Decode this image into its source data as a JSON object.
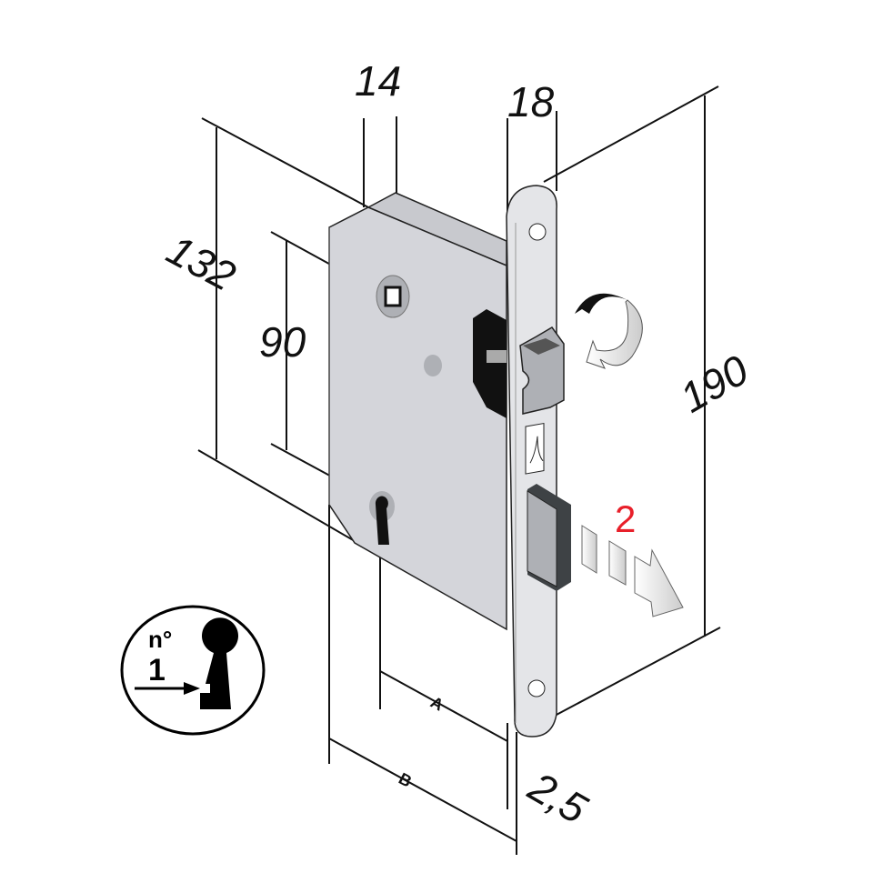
{
  "dimensions": {
    "case_depth": "14",
    "faceplate_width": "18",
    "case_height": "132",
    "center_distance": "90",
    "faceplate_height": "190",
    "faceplate_thickness": "2,5",
    "backset_a": "A",
    "backset_b": "B"
  },
  "annotations": {
    "latch_rotation_marker": "reversible-latch-arrow-icon",
    "deadbolt_step": "2"
  },
  "key_badge": {
    "prefix": "n°",
    "number": "1"
  },
  "colors": {
    "case": "#d4d5da",
    "faceplate": "#e4e5e8",
    "deadbolt": "#aeb0b5",
    "accent": "#e8202a"
  }
}
